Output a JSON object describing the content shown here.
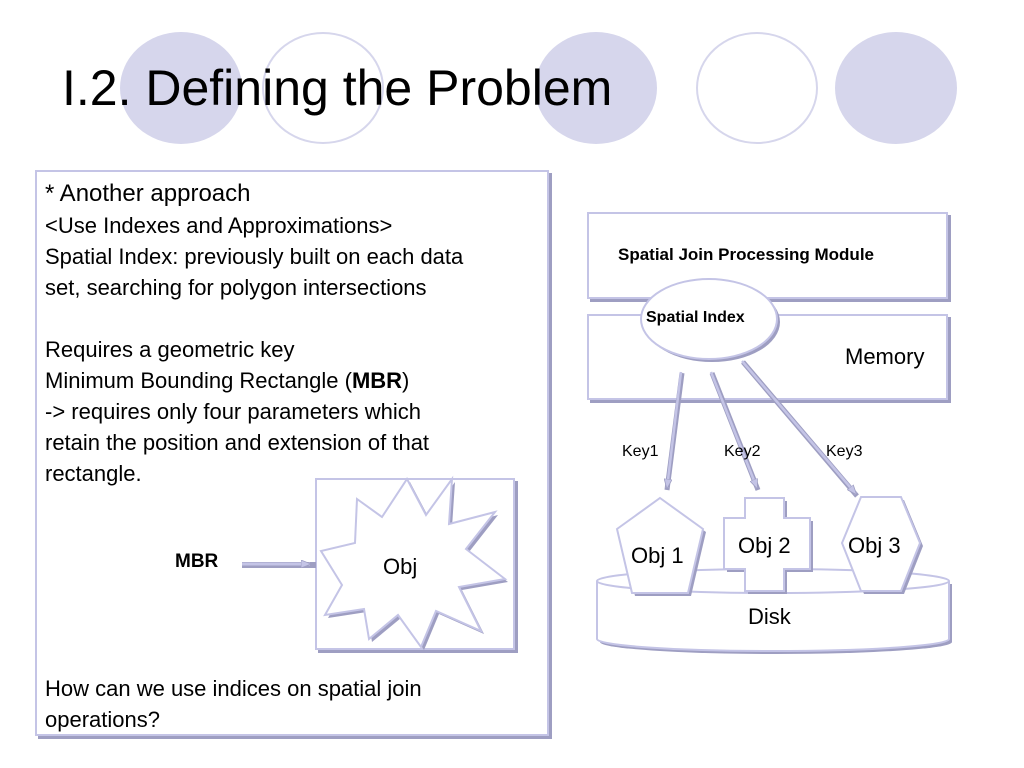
{
  "slide": {
    "title": "I.2. Defining the Problem"
  },
  "left_panel": {
    "heading": "* Another approach",
    "line_indexes": "<Use Indexes and Approximations>",
    "line_spatial_1": "Spatial Index: previously built on each data",
    "line_spatial_2": "set, searching for polygon intersections",
    "line_requires": "Requires a geometric key",
    "line_mbr_prefix": "Minimum Bounding Rectangle (",
    "line_mbr_bold": "MBR",
    "line_mbr_suffix": ")",
    "line_params_1": "-> requires only four parameters which",
    "line_params_2": "retain the position and extension of that",
    "line_params_3": "rectangle.",
    "mbr_label": "MBR",
    "obj_label": "Obj",
    "question_1": "How can we use indices on spatial join",
    "question_2": "operations?"
  },
  "right_diagram": {
    "module_label": "Spatial Join Processing Module",
    "spatial_index_label": "Spatial Index",
    "memory_label": "Memory",
    "key1": "Key1",
    "key2": "Key2",
    "key3": "Key3",
    "obj1": "Obj 1",
    "obj2": "Obj 2",
    "obj3": "Obj 3",
    "disk_label": "Disk"
  },
  "colors": {
    "accent_fill": "#d6d6ec",
    "border": "#c4c4e6",
    "shadow": "#9e9ec2"
  }
}
